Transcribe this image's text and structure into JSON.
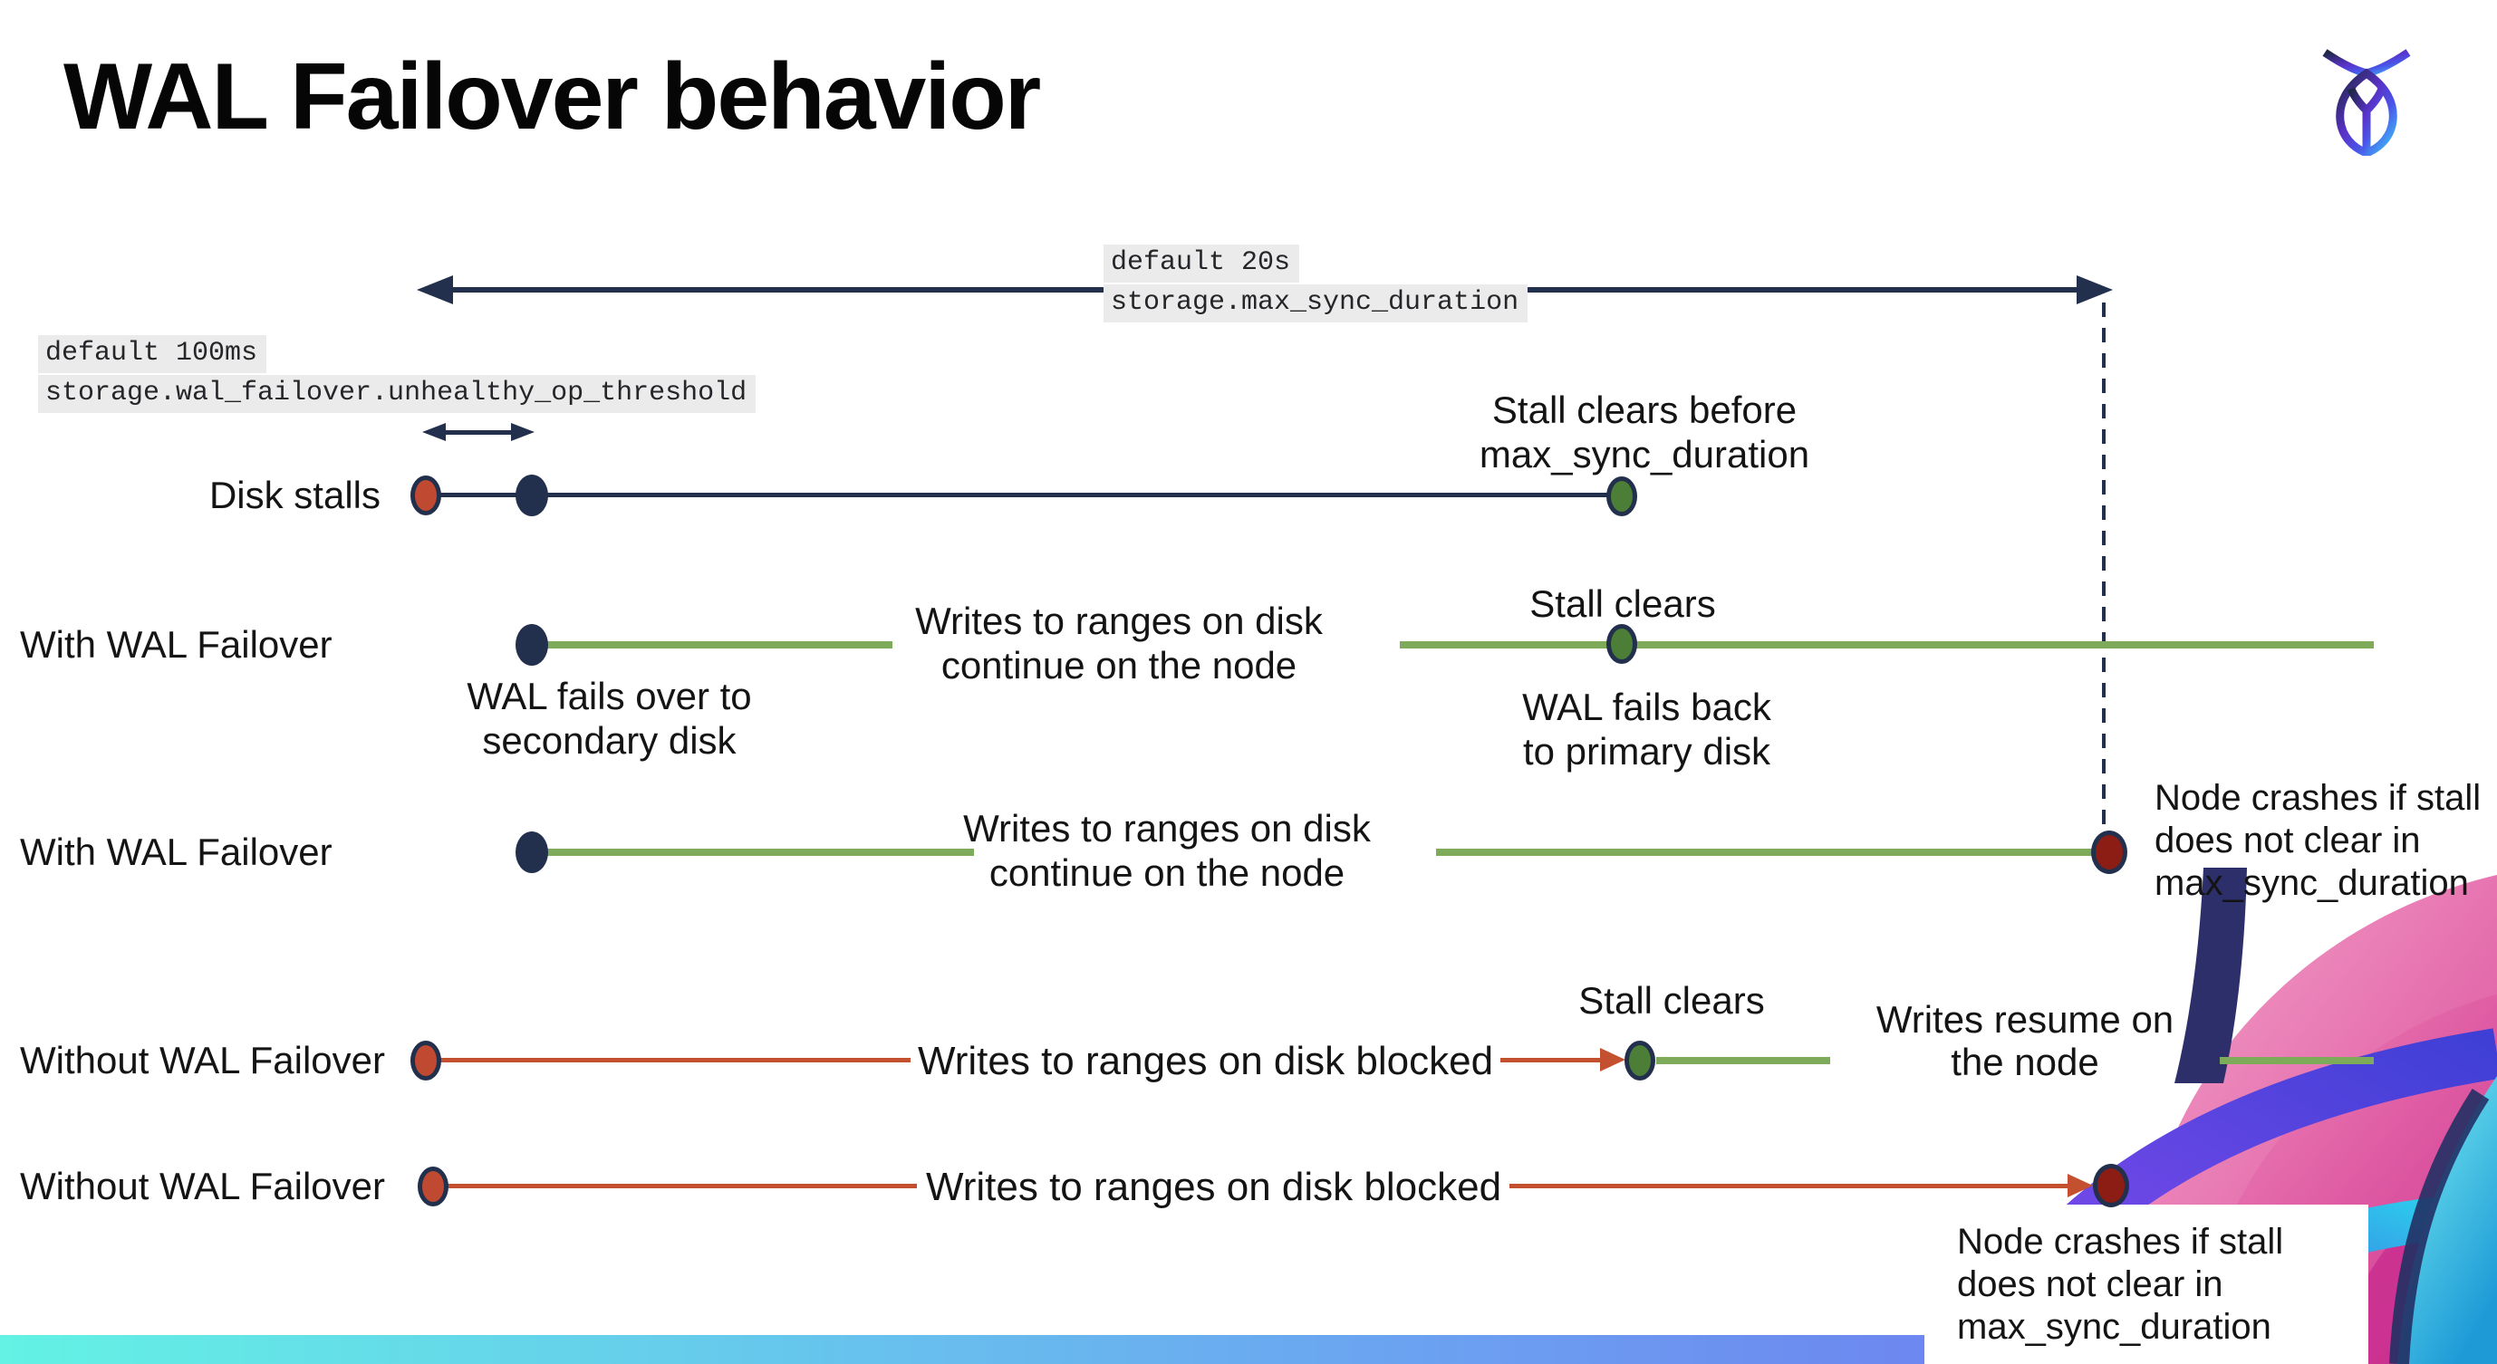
{
  "title": "WAL Failover behavior",
  "logo": {
    "icon": "cockroachdb-logo"
  },
  "tags": {
    "max_sync": {
      "default_label": "default 20s",
      "setting": "storage.max_sync_duration"
    },
    "threshold": {
      "default_label": "default 100ms",
      "setting": "storage.wal_failover.unhealthy_op_threshold"
    }
  },
  "rows": {
    "disk_stalls": {
      "label": "Disk stalls",
      "clear_note": "Stall clears before\nmax_sync_duration"
    },
    "with_failover_clears": {
      "label": "With WAL Failover",
      "failover_note": "WAL fails over to\nsecondary disk",
      "writes_note": "Writes to ranges on disk\ncontinue on the node",
      "stall_note": "Stall clears",
      "failback_note": "WAL fails  back\nto primary disk"
    },
    "with_failover_crash": {
      "label": "With WAL Failover",
      "writes_note": "Writes to ranges on disk\ncontinue on the node",
      "crash_note": "Node crashes if stall\ndoes not clear in\nmax_sync_duration"
    },
    "without_failover_clears": {
      "label": "Without WAL Failover",
      "blocked_note": "Writes to ranges on disk  blocked",
      "stall_note": "Stall clears",
      "resume_note": "Writes resume on\nthe node"
    },
    "without_failover_crash": {
      "label": "Without WAL Failover",
      "blocked_note": "Writes to ranges on disk  blocked",
      "crash_note": "Node crashes if stall\ndoes not clear in\nmax_sync_duration"
    }
  },
  "colors": {
    "navy": "#22304E",
    "green_line": "#7DAB5A",
    "green_dot": "#4C7E37",
    "red": "#C3502E",
    "red_dot": "#C04A31",
    "maroon_dot": "#8C1D15",
    "tag_background": "#EBEBEB",
    "footer_left": "#63F2E4",
    "footer_right": "#6F5FE8"
  }
}
